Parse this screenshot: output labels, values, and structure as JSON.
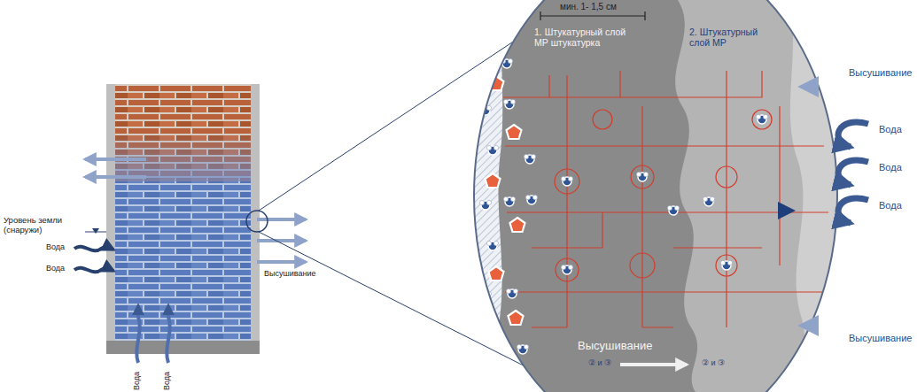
{
  "diagram": {
    "labels": [
      "мин. 1- 1,5 см",
      "1. Штукатурный слой МР штукатурка",
      "2. Штукатурный слой МР",
      "Высушивание",
      "Вода",
      "Вода",
      "Вода",
      "Высушивание",
      "Уровень земли (снаружи)",
      "Вода",
      "Вода",
      "Вода",
      "Вода",
      "Высушивание",
      "Высушивание",
      "② и ③",
      "② и ③"
    ]
  }
}
